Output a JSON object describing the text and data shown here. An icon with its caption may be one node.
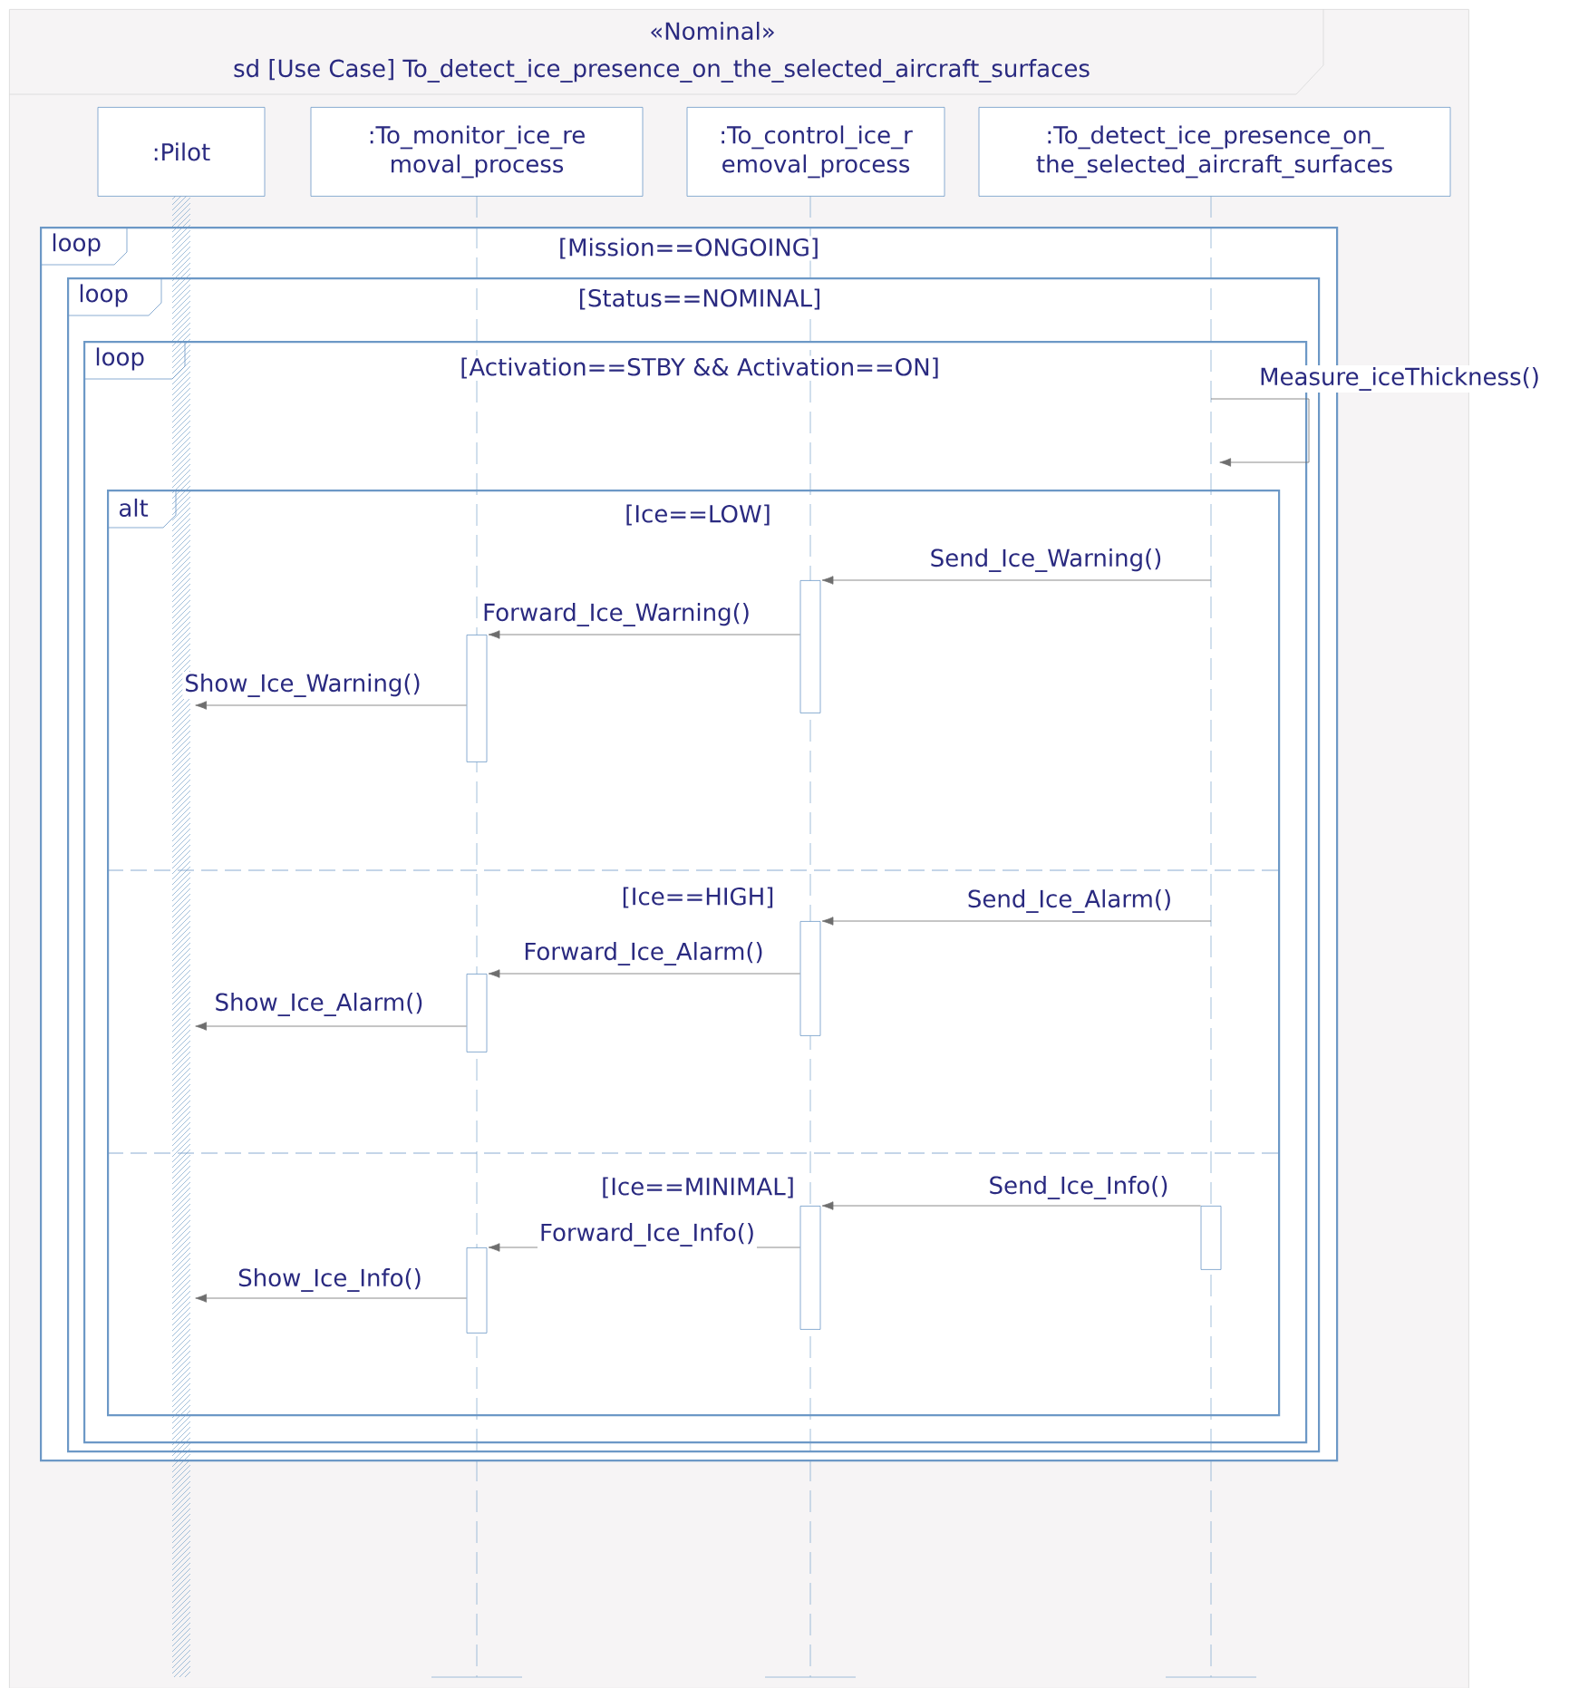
{
  "diagram": {
    "nodes": [
      {
        "text": [
          "«Nominal»",
          "sd [Use Case] To_detect_ice_presence_on_the_selected_aircraft_surfaces"
        ]
      },
      {
        "text": [
          ":Pilot"
        ],
        "in": 0
      },
      {
        "text": [
          ":To_monitor_ice_re moval_process"
        ],
        "in": 0
      },
      {
        "text": [
          ":To_control_ice_r emoval_process"
        ],
        "in": 0
      },
      {
        "text": [
          ":To_detect_ice_presence_on_ the_selected_aircraft_surfaces"
        ],
        "in": 0
      },
      {
        "text": [
          "loop",
          "[Mission==ONGOING]"
        ],
        "in": 0
      },
      {
        "text": [
          "loop",
          "[Status==NOMINAL]"
        ],
        "in": 5
      },
      {
        "text": [
          "loop",
          "[Activation==STBY && Activation==ON]"
        ],
        "in": 6
      },
      {
        "text": [
          "alt",
          "[Ice==LOW]",
          "[Ice==HIGH]",
          "[Ice==MINIMAL]"
        ],
        "in": 7
      },
      {
        "text": [],
        "shape": "bar",
        "in": 8
      },
      {
        "text": [],
        "shape": "bar",
        "in": 8
      },
      {
        "text": [],
        "shape": "bar",
        "in": 8
      },
      {
        "text": [],
        "shape": "bar",
        "in": 8
      },
      {
        "text": [],
        "shape": "bar",
        "in": 8
      },
      {
        "text": [],
        "shape": "bar",
        "in": 8
      },
      {
        "text": [],
        "shape": "bar",
        "in": 8
      }
    ],
    "edges": [
      {
        "from": null,
        "to": 9,
        "arrow": "to",
        "label": "Send_Ice_Warning()"
      },
      {
        "from": 9,
        "to": 10,
        "arrow": "to",
        "label": "Forward_Ice_Warning()"
      },
      {
        "from": 10,
        "to": null,
        "arrow": "to",
        "label": "Show_Ice_Warning()"
      },
      {
        "from": null,
        "to": 11,
        "arrow": "to",
        "label": "Send_Ice_Alarm()"
      },
      {
        "from": 11,
        "to": 12,
        "arrow": "to",
        "label": "Forward_Ice_Alarm()"
      },
      {
        "from": 12,
        "to": null,
        "arrow": "to",
        "label": "Show_Ice_Alarm()"
      },
      {
        "from": 14,
        "to": 13,
        "arrow": "to",
        "label": "Send_Ice_Info()"
      },
      {
        "from": 13,
        "to": 15,
        "arrow": "to",
        "label": "Forward_Ice_Info()"
      },
      {
        "from": 15,
        "to": null,
        "arrow": "to",
        "label": "Show_Ice_Info()"
      }
    ],
    "labels": [
      "Measure_iceThickness()"
    ]
  }
}
